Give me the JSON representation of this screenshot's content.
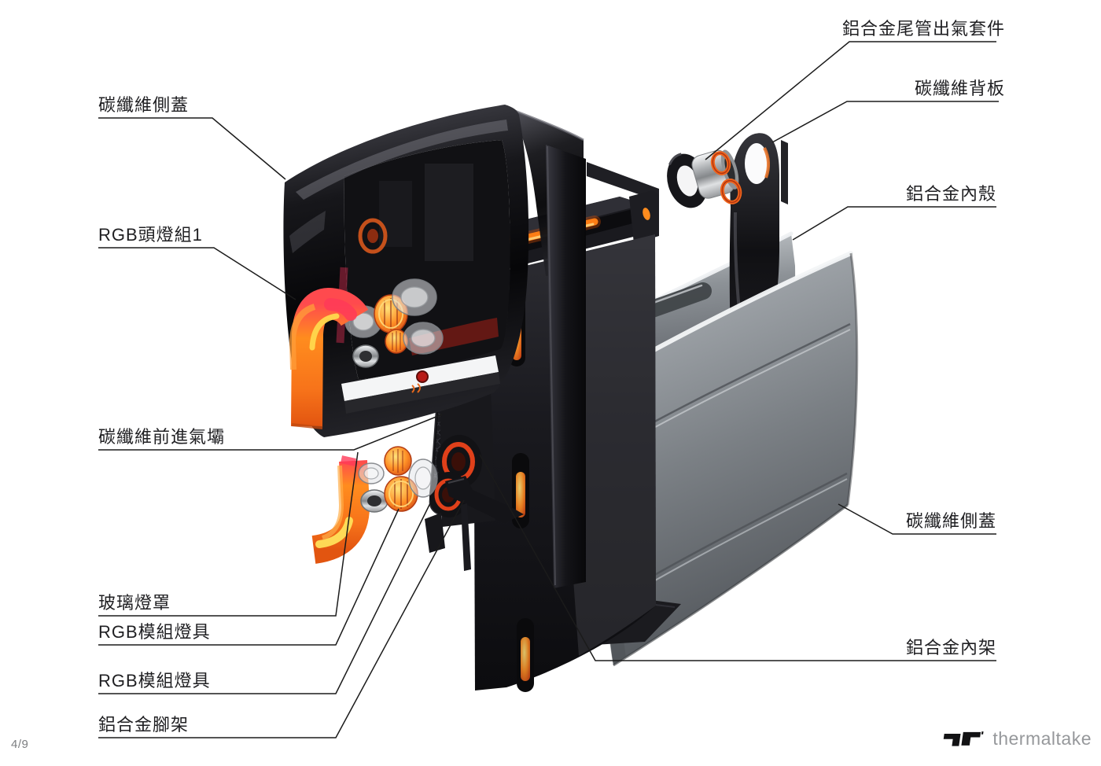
{
  "page": {
    "page_number": "4/9"
  },
  "brand": {
    "name": "thermaltake"
  },
  "labels": [
    {
      "id": "side-cover-left",
      "text": "碳纖維側蓋"
    },
    {
      "id": "rgb-headlight-group-1",
      "text": "RGB頭燈組1"
    },
    {
      "id": "front-intake-dam",
      "text": "碳纖維前進氣壩"
    },
    {
      "id": "glass-lamp-cover",
      "text": "玻璃燈罩"
    },
    {
      "id": "rgb-module-light-1",
      "text": "RGB模組燈具"
    },
    {
      "id": "rgb-module-light-2",
      "text": "RGB模組燈具"
    },
    {
      "id": "aluminum-kickstand",
      "text": "鋁合金腳架"
    },
    {
      "id": "aluminum-exhaust-tip-kit",
      "text": "鋁合金尾管出氣套件"
    },
    {
      "id": "carbon-backplate",
      "text": "碳纖維背板"
    },
    {
      "id": "aluminum-inner-shell",
      "text": "鋁合金內殼"
    },
    {
      "id": "side-cover-right",
      "text": "碳纖維側蓋"
    },
    {
      "id": "aluminum-inner-frame",
      "text": "鋁合金內架"
    }
  ],
  "colors": {
    "background": "#ffffff",
    "leader_line": "#1b1b1b",
    "label_text": "#1f1f22",
    "glossy_black": "#0d0d10",
    "metal_gray": "#7d8186",
    "accent_orange": "#f58220",
    "accent_red": "#e8334a",
    "footer_text": "#7c7e81",
    "brand_text": "#96989b"
  }
}
